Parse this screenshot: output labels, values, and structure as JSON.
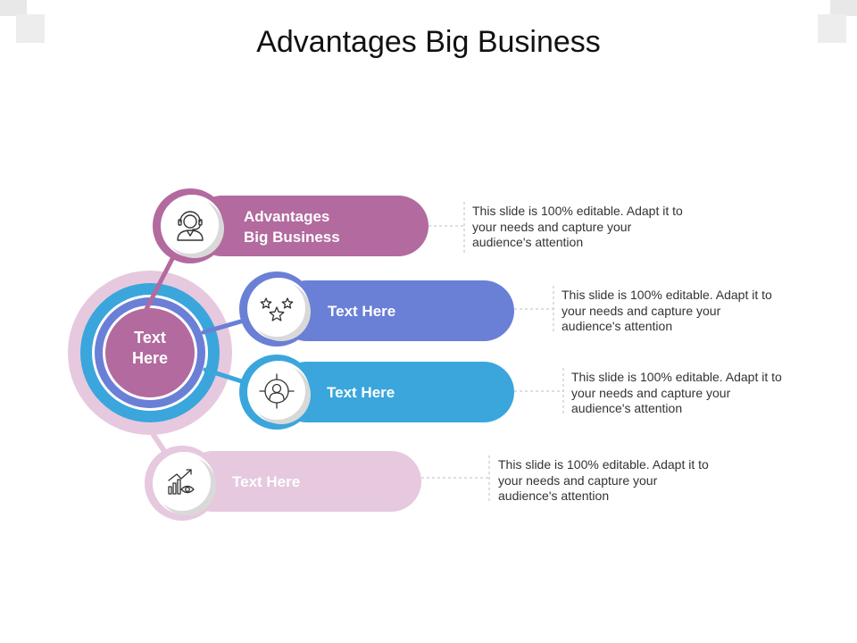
{
  "slide": {
    "title": "Advantages Big Business",
    "center_label": "Text\nHere"
  },
  "items": [
    {
      "label": "Advantages\nBig Business",
      "description": "This slide is 100% editable. Adapt it to your needs and capture your audience's attention",
      "color": "#b26a9f",
      "icon": "customer-support-headset-icon"
    },
    {
      "label": "Text Here",
      "description": "This slide is 100% editable. Adapt it to your needs and capture your audience's attention",
      "color": "#6a7fd6",
      "icon": "stars-icon"
    },
    {
      "label": "Text Here",
      "description": "This slide is 100% editable. Adapt it to your needs and capture your audience's attention",
      "color": "#3aa6dc",
      "icon": "target-person-icon"
    },
    {
      "label": "Text Here",
      "description": "This slide is 100% editable. Adapt it to your needs and capture your audience's attention",
      "color": "#e6c9de",
      "icon": "growth-chart-eye-icon"
    }
  ],
  "colors": {
    "center_outer": "#e6c9de",
    "ring_blue": "#3aa6dc",
    "ring_indigo": "#6a7fd6",
    "center_fill": "#b26a9f",
    "connector_dash": "#bdbdbd"
  }
}
